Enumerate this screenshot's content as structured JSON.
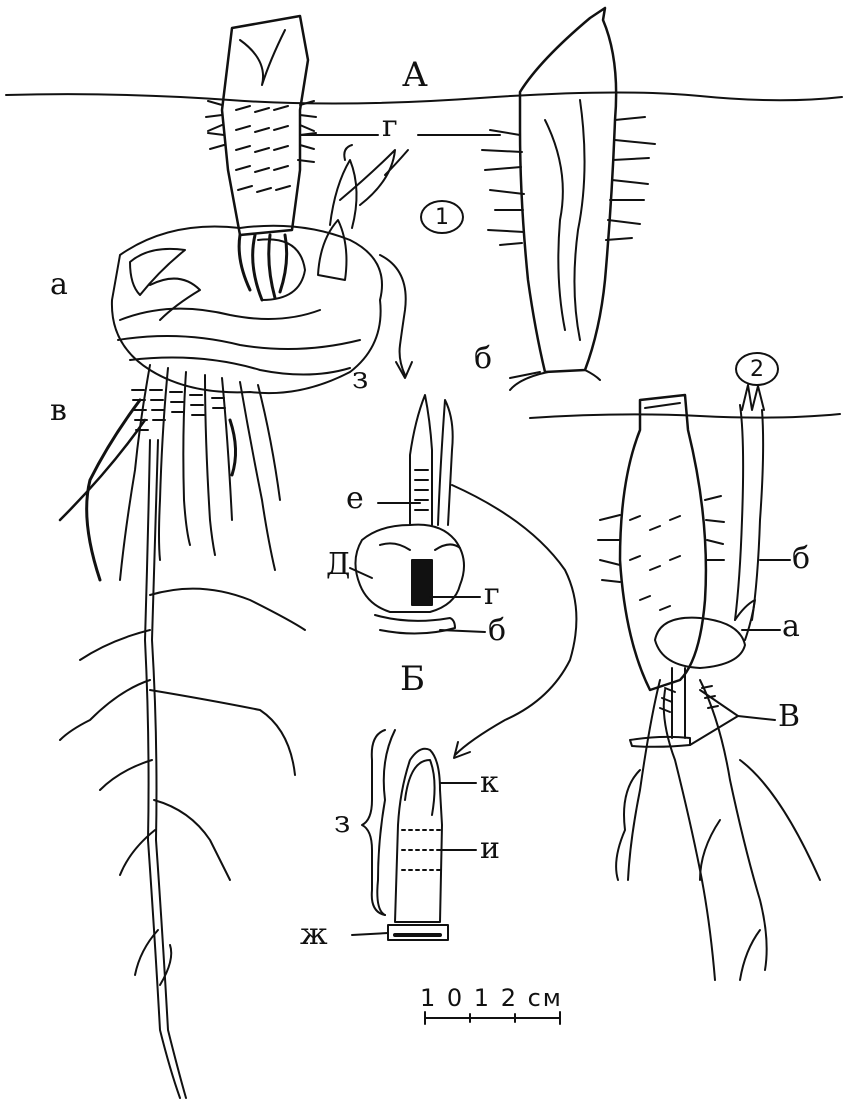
{
  "labels": {
    "A": "А",
    "B_section": "Б",
    "a_left": "а",
    "v_left": "в",
    "g_top_1": "г",
    "g_top_2": "г",
    "z_upper": "з",
    "b_section_A": "б",
    "e_mid": "е",
    "d_mid": "Д",
    "g_mid": "г",
    "b_mid": "б",
    "b_right": "б",
    "a_right": "а",
    "v_right": "В",
    "k_lower": "к",
    "i_lower": "и",
    "zh_lower": "ж",
    "z_lower": "з"
  },
  "markers": {
    "one": "1",
    "two": "2"
  },
  "scale": {
    "text": "1  0  1  2 см"
  },
  "colors": {
    "ink": "#111111",
    "paper": "#ffffff"
  }
}
